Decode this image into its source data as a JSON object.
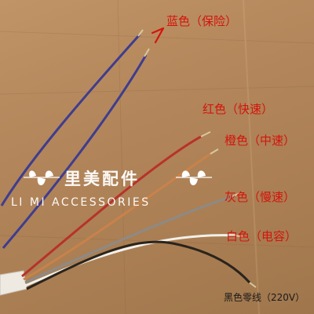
{
  "labels": {
    "blue": "蓝色（保险）",
    "red": "红色（快速）",
    "orange": "橙色（中速）",
    "gray": "灰色（慢速）",
    "white": "白色（电容）",
    "black": "黑色零线（220V）"
  },
  "watermark": {
    "chinese": "里美配件",
    "english": "LI MI ACCESSORIES",
    "color": "#ffffff"
  },
  "colors": {
    "label_text": "#d4140c",
    "wire_blue": "#3f3d8f",
    "wire_red": "#b8322a",
    "wire_orange": "#c9824a",
    "wire_gray": "#8d8a86",
    "wire_white": "#f2f0ea",
    "wire_black": "#2a241c",
    "cardboard": "#b58a58"
  }
}
